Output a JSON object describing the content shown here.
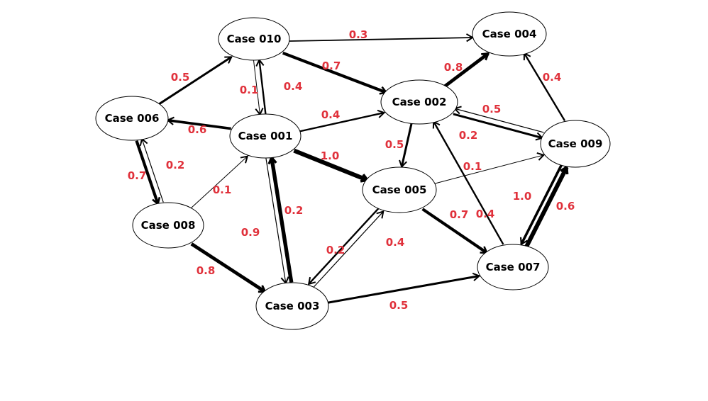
{
  "colors": {
    "line": "#000000",
    "label": "#e0313b",
    "node_fill": "#ffffff"
  },
  "nodes": [
    {
      "id": "010",
      "label": "Case 010"
    },
    {
      "id": "004",
      "label": "Case 004"
    },
    {
      "id": "006",
      "label": "Case 006"
    },
    {
      "id": "001",
      "label": "Case 001"
    },
    {
      "id": "002",
      "label": "Case 002"
    },
    {
      "id": "009",
      "label": "Case 009"
    },
    {
      "id": "005",
      "label": "Case 005"
    },
    {
      "id": "008",
      "label": "Case 008"
    },
    {
      "id": "007",
      "label": "Case 007"
    },
    {
      "id": "003",
      "label": "Case 003"
    }
  ],
  "edges": [
    {
      "from": "010",
      "to": "004",
      "weight": "0.3"
    },
    {
      "from": "010",
      "to": "002",
      "weight": "0.7"
    },
    {
      "from": "010",
      "to": "001",
      "weight": "0.1"
    },
    {
      "from": "001",
      "to": "010",
      "weight": "0.4"
    },
    {
      "from": "006",
      "to": "010",
      "weight": "0.5"
    },
    {
      "from": "001",
      "to": "006",
      "weight": "0.6"
    },
    {
      "from": "006",
      "to": "008",
      "weight": "0.7"
    },
    {
      "from": "008",
      "to": "006",
      "weight": "0.2"
    },
    {
      "from": "008",
      "to": "001",
      "weight": "0.1"
    },
    {
      "from": "001",
      "to": "002",
      "weight": "0.4"
    },
    {
      "from": "001",
      "to": "005",
      "weight": "1.0"
    },
    {
      "from": "003",
      "to": "001",
      "weight": "0.9"
    },
    {
      "from": "001",
      "to": "003",
      "weight": "0.2"
    },
    {
      "from": "008",
      "to": "003",
      "weight": "0.8"
    },
    {
      "from": "002",
      "to": "004",
      "weight": "0.8"
    },
    {
      "from": "009",
      "to": "004",
      "weight": "0.4"
    },
    {
      "from": "002",
      "to": "009",
      "weight": "0.5"
    },
    {
      "from": "009",
      "to": "002",
      "weight": "0.2"
    },
    {
      "from": "002",
      "to": "005",
      "weight": "0.5"
    },
    {
      "from": "005",
      "to": "009",
      "weight": "0.1"
    },
    {
      "from": "005",
      "to": "007",
      "weight": "0.7"
    },
    {
      "from": "007",
      "to": "002",
      "weight": "0.4"
    },
    {
      "from": "003",
      "to": "005",
      "weight": "0.2"
    },
    {
      "from": "005",
      "to": "003",
      "weight": "0.4"
    },
    {
      "from": "003",
      "to": "007",
      "weight": "0.5"
    },
    {
      "from": "007",
      "to": "009",
      "weight": "1.0"
    },
    {
      "from": "009",
      "to": "007",
      "weight": "0.6"
    }
  ]
}
